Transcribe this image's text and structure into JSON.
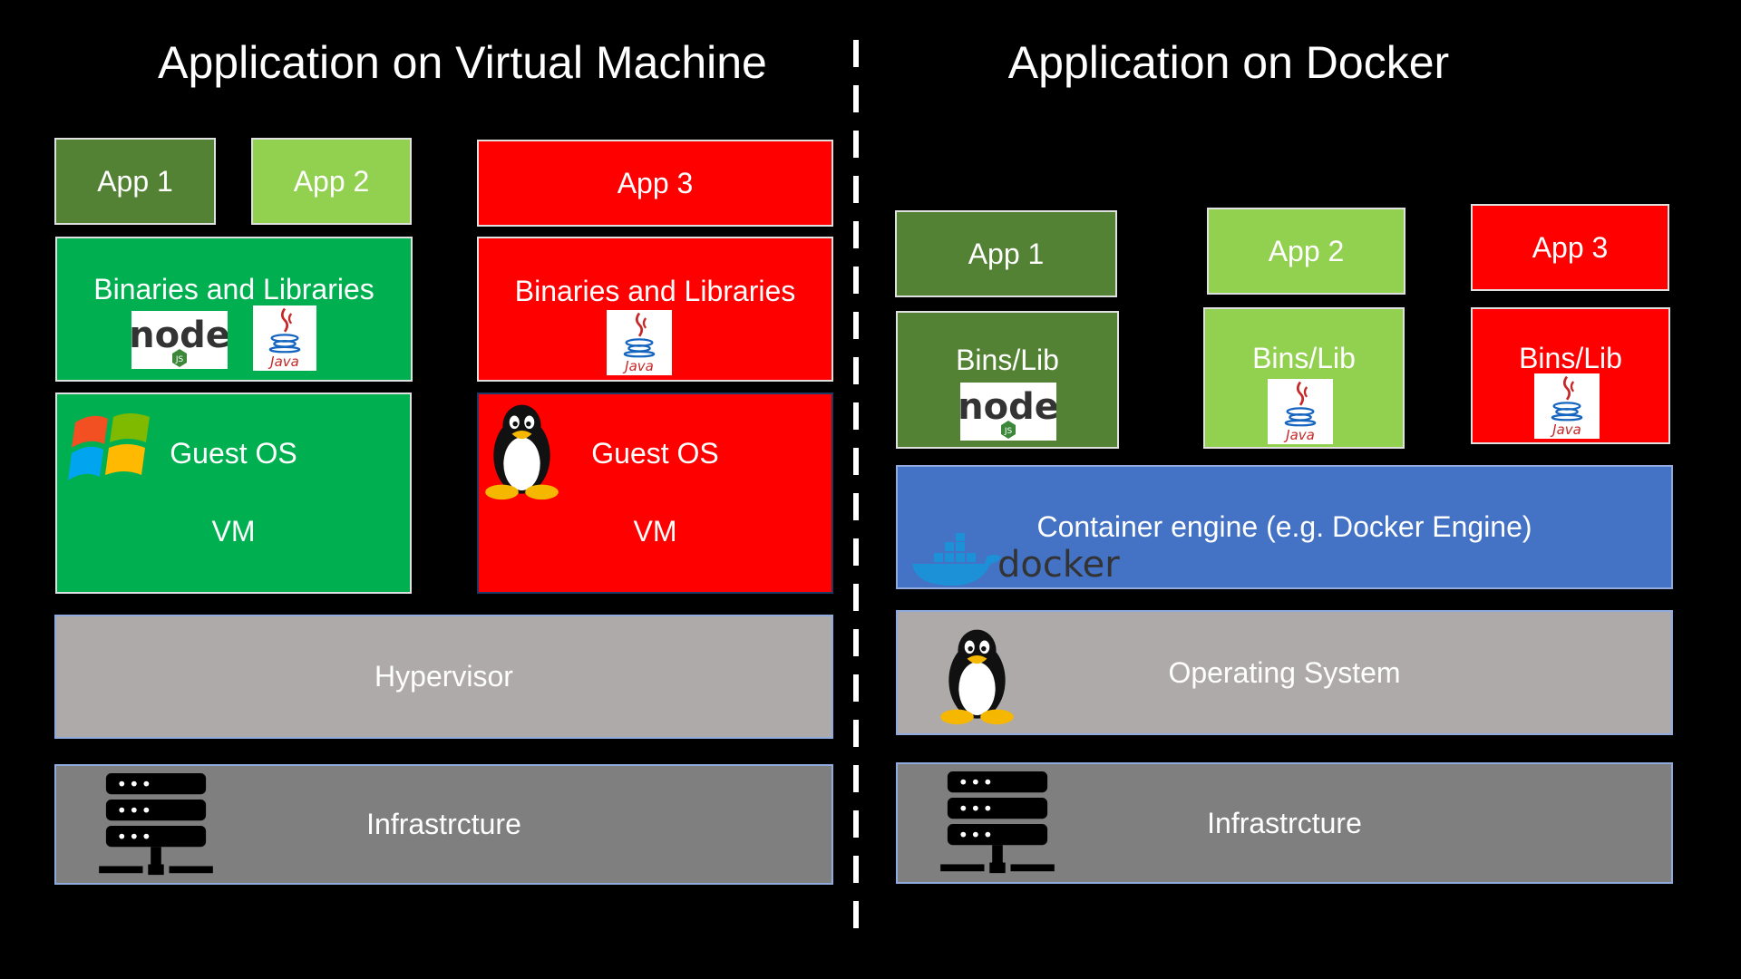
{
  "titles": {
    "vm": "Application on Virtual Machine",
    "docker": "Application on Docker"
  },
  "vm": {
    "app1": "App 1",
    "app2": "App 2",
    "app3": "App 3",
    "bins_left": "Binaries and Libraries",
    "bins_right": "Binaries and Libraries",
    "guest_os_left": "Guest OS",
    "guest_os_right": "Guest OS",
    "vm_left": "VM",
    "vm_right": "VM",
    "hypervisor": "Hypervisor",
    "infrastructure": "Infrastrcture"
  },
  "docker": {
    "app1": "App 1",
    "app2": "App 2",
    "app3": "App 3",
    "bins1": "Bins/Lib",
    "bins2": "Bins/Lib",
    "bins3": "Bins/Lib",
    "engine": "Container engine (e.g. Docker Engine)",
    "os": "Operating System",
    "infrastructure": "Infrastrcture"
  },
  "logos": {
    "java": "Java",
    "node": "node",
    "node_badge": "JS",
    "docker": "docker"
  },
  "icons": [
    "windows-icon",
    "linux-penguin-icon",
    "server-icon",
    "java-logo-icon",
    "nodejs-logo-icon",
    "docker-logo-icon"
  ],
  "colors": {
    "dark_green": "#548235",
    "light_green": "#92d050",
    "green": "#00b050",
    "red": "#ff0000",
    "blue": "#4472c4",
    "light_gray": "#aeaaaa",
    "gray": "#7f7f7f"
  }
}
